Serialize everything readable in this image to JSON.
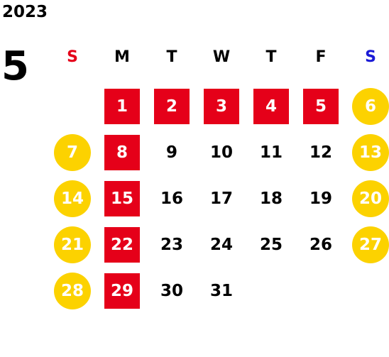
{
  "calendar": {
    "year": "2023",
    "month": "5",
    "weekdays": [
      {
        "label": "S",
        "color": "#e50019"
      },
      {
        "label": "M",
        "color": "#000000"
      },
      {
        "label": "T",
        "color": "#000000"
      },
      {
        "label": "W",
        "color": "#000000"
      },
      {
        "label": "T",
        "color": "#000000"
      },
      {
        "label": "F",
        "color": "#000000"
      },
      {
        "label": "S",
        "color": "#1a1ad6"
      }
    ],
    "weeks": [
      [
        null,
        "1",
        "2",
        "3",
        "4",
        "5",
        "6"
      ],
      [
        "7",
        "8",
        "9",
        "10",
        "11",
        "12",
        "13"
      ],
      [
        "14",
        "15",
        "16",
        "17",
        "18",
        "19",
        "20"
      ],
      [
        "21",
        "22",
        "23",
        "24",
        "25",
        "26",
        "27"
      ],
      [
        "28",
        "29",
        "30",
        "31",
        null,
        null,
        null
      ]
    ],
    "holiday_days": [
      "1",
      "2",
      "3",
      "4",
      "5",
      "8",
      "15",
      "22",
      "29"
    ],
    "weekend_days": [
      "6",
      "7",
      "13",
      "14",
      "20",
      "21",
      "27",
      "28"
    ],
    "colors": {
      "holiday_fill": "#e50019",
      "weekend_fill": "#fcd200",
      "marked_text": "#ffffff",
      "regular_text": "#000000"
    }
  }
}
